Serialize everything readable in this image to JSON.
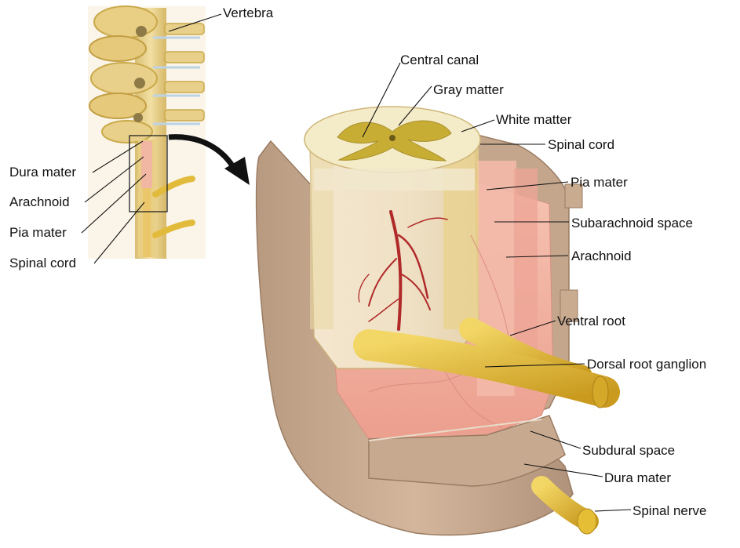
{
  "labels": {
    "vertebra": "Vertebra",
    "dura_mater_small": "Dura mater",
    "arachnoid_small": "Arachnoid",
    "pia_mater_small": "Pia mater",
    "spinal_cord_small": "Spinal cord",
    "central_canal": "Central canal",
    "gray_matter": "Gray matter",
    "white_matter": "White matter",
    "spinal_cord": "Spinal cord",
    "pia_mater": "Pia mater",
    "subarachnoid_space": "Subarachnoid space",
    "arachnoid": "Arachnoid",
    "ventral_root": "Ventral root",
    "dorsal_root_ganglion": "Dorsal root ganglion",
    "subdural_space": "Subdural space",
    "dura_mater": "Dura mater",
    "spinal_nerve": "Spinal nerve"
  },
  "colors": {
    "bone": "#e9cf78",
    "bone_shade": "#c9a94a",
    "dura": "#c7a98f",
    "dura_dark": "#a88a70",
    "white_matter": "#f1ead0",
    "gray_matter": "#c9b23c",
    "pia": "#f0a89a",
    "arachnoid_pink": "#f3b7a8",
    "nerve": "#e8c23a",
    "vessel": "#b02a2a",
    "arrow": "#111111"
  }
}
